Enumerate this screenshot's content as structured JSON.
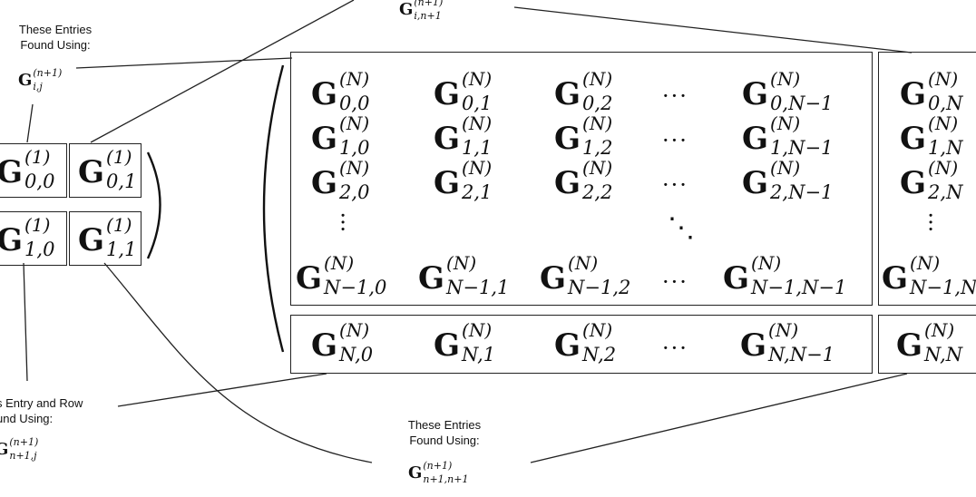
{
  "labels": {
    "top_left": [
      "These Entries",
      "Found Using:"
    ],
    "bottom_left": [
      "s Entry and Row",
      "und Using:"
    ],
    "bottom_center": [
      "These Entries",
      "Found Using:"
    ]
  },
  "formulas": {
    "top_center": {
      "sup": "(n+1)",
      "sub": "i,n+1"
    },
    "top_left": {
      "sup": "(n+1)",
      "sub": "i,j"
    },
    "bottom_left": {
      "sup": "(n+1)",
      "sub": "n+1,j"
    },
    "bottom_center": {
      "sup": "(n+1)",
      "sub": "n+1,n+1"
    }
  },
  "small_matrix": [
    {
      "sup": "(1)",
      "sub": "0,0"
    },
    {
      "sup": "(1)",
      "sub": "0,1"
    },
    {
      "sup": "(1)",
      "sub": "1,0"
    },
    {
      "sup": "(1)",
      "sub": "1,1"
    }
  ],
  "main_block": [
    {
      "sup": "(N)",
      "sub": "0,0"
    },
    {
      "sup": "(N)",
      "sub": "0,1"
    },
    {
      "sup": "(N)",
      "sub": "0,2"
    },
    {
      "sup": "(N)",
      "sub": "0,N−1"
    },
    {
      "sup": "(N)",
      "sub": "1,0"
    },
    {
      "sup": "(N)",
      "sub": "1,1"
    },
    {
      "sup": "(N)",
      "sub": "1,2"
    },
    {
      "sup": "(N)",
      "sub": "1,N−1"
    },
    {
      "sup": "(N)",
      "sub": "2,0"
    },
    {
      "sup": "(N)",
      "sub": "2,1"
    },
    {
      "sup": "(N)",
      "sub": "2,2"
    },
    {
      "sup": "(N)",
      "sub": "2,N−1"
    },
    {
      "sup": "(N)",
      "sub": "N−1,0"
    },
    {
      "sup": "(N)",
      "sub": "N−1,1"
    },
    {
      "sup": "(N)",
      "sub": "N−1,2"
    },
    {
      "sup": "(N)",
      "sub": "N−1,N−1"
    }
  ],
  "right_column": [
    {
      "sup": "(N)",
      "sub": "0,N"
    },
    {
      "sup": "(N)",
      "sub": "1,N"
    },
    {
      "sup": "(N)",
      "sub": "2,N"
    },
    {
      "sup": "(N)",
      "sub": "N−1,N"
    }
  ],
  "bottom_row": [
    {
      "sup": "(N)",
      "sub": "N,0"
    },
    {
      "sup": "(N)",
      "sub": "N,1"
    },
    {
      "sup": "(N)",
      "sub": "N,2"
    },
    {
      "sup": "(N)",
      "sub": "N,N−1"
    }
  ],
  "corner": {
    "sup": "(N)",
    "sub": "N,N"
  },
  "matrix_symbol": "G",
  "ellipsis_h": "···",
  "ellipsis_v": "···",
  "ellipsis_d": "⋱"
}
